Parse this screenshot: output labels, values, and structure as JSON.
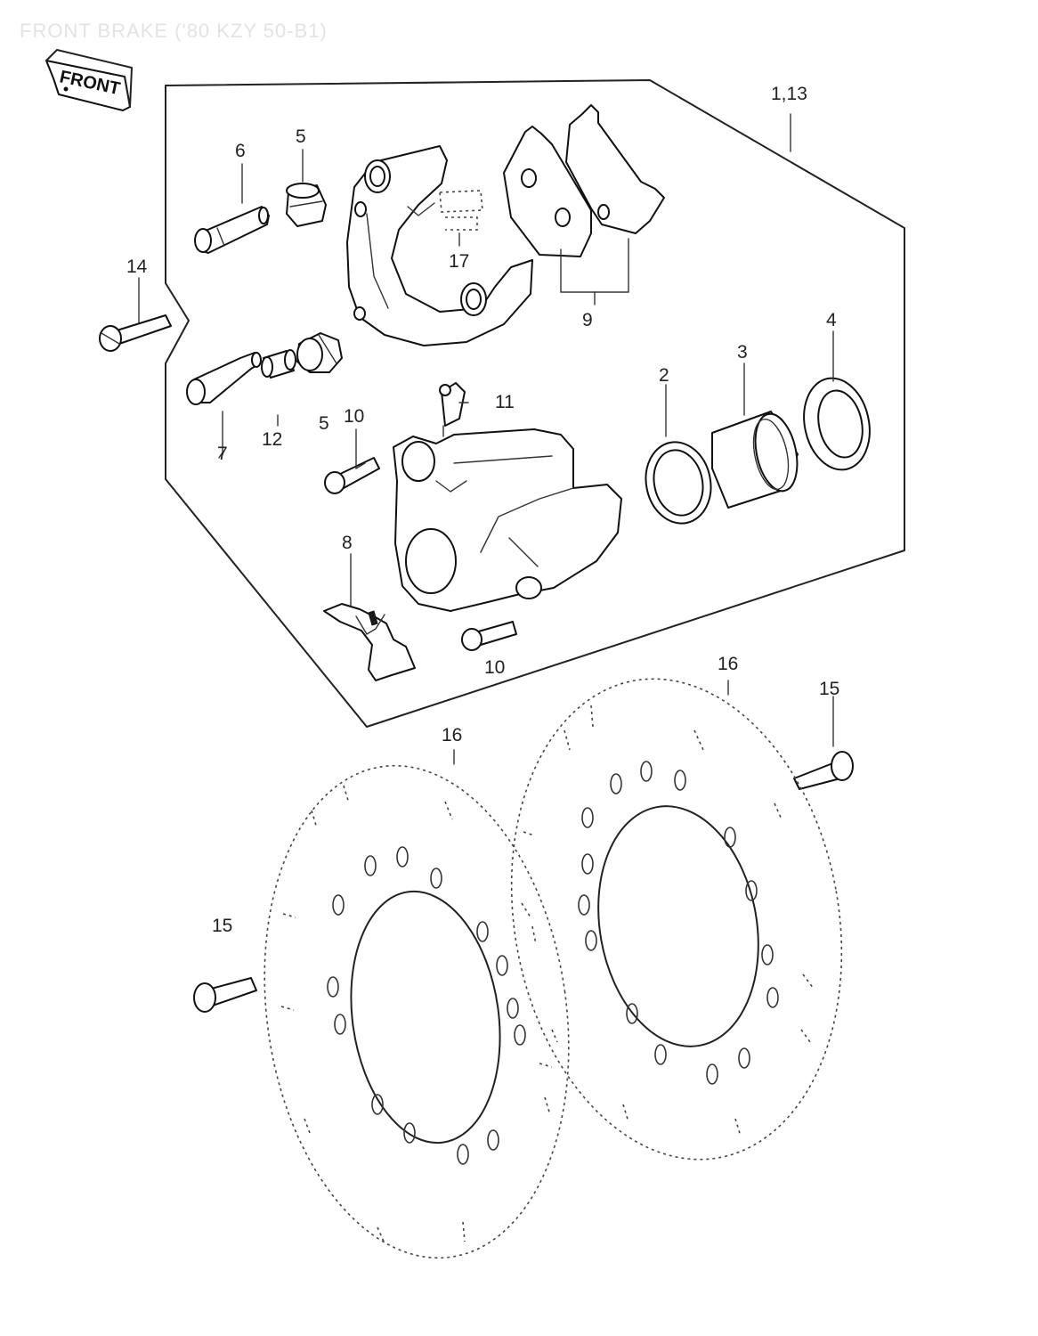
{
  "title": "FRONT BRAKE ('80 KZY 50-B1)",
  "front_badge": "FRONT",
  "callouts": {
    "c1_13": "1,13",
    "c2": "2",
    "c3": "3",
    "c4": "4",
    "c5_upper": "5",
    "c5_lower": "5",
    "c6": "6",
    "c7": "7",
    "c8": "8",
    "c9": "9",
    "c10_upper": "10",
    "c10_lower": "10",
    "c11": "11",
    "c12": "12",
    "c14": "14",
    "c15_left": "15",
    "c15_right": "15",
    "c16_left": "16",
    "c16_right": "16",
    "c17": "17"
  }
}
